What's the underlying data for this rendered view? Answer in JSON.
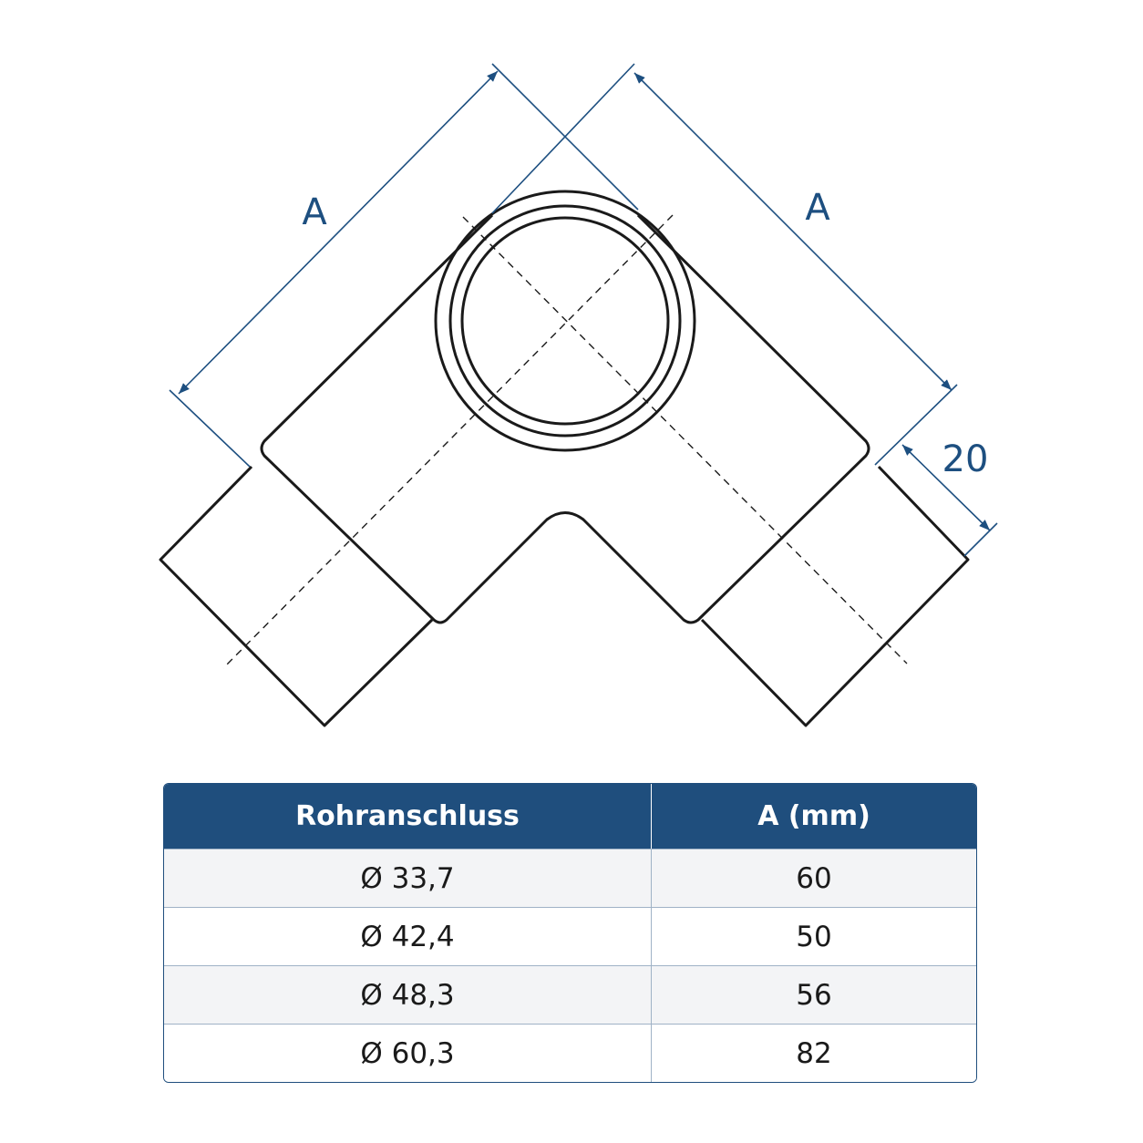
{
  "drawing": {
    "dimension_labels": {
      "left_a": "A",
      "right_a": "A",
      "end_length": "20"
    },
    "colors": {
      "outline": "#1a1a1a",
      "dimension": "#1d4f80"
    }
  },
  "table": {
    "headers": [
      "Rohranschluss",
      "A (mm)"
    ],
    "rows": [
      {
        "pipe": "Ø 33,7",
        "a": "60"
      },
      {
        "pipe": "Ø 42,4",
        "a": "50"
      },
      {
        "pipe": "Ø 48,3",
        "a": "56"
      },
      {
        "pipe": "Ø 60,3",
        "a": "82"
      }
    ],
    "colors": {
      "header_bg": "#1f4e7d",
      "header_text": "#ffffff",
      "row_alt_bg": "#f3f4f6"
    }
  }
}
